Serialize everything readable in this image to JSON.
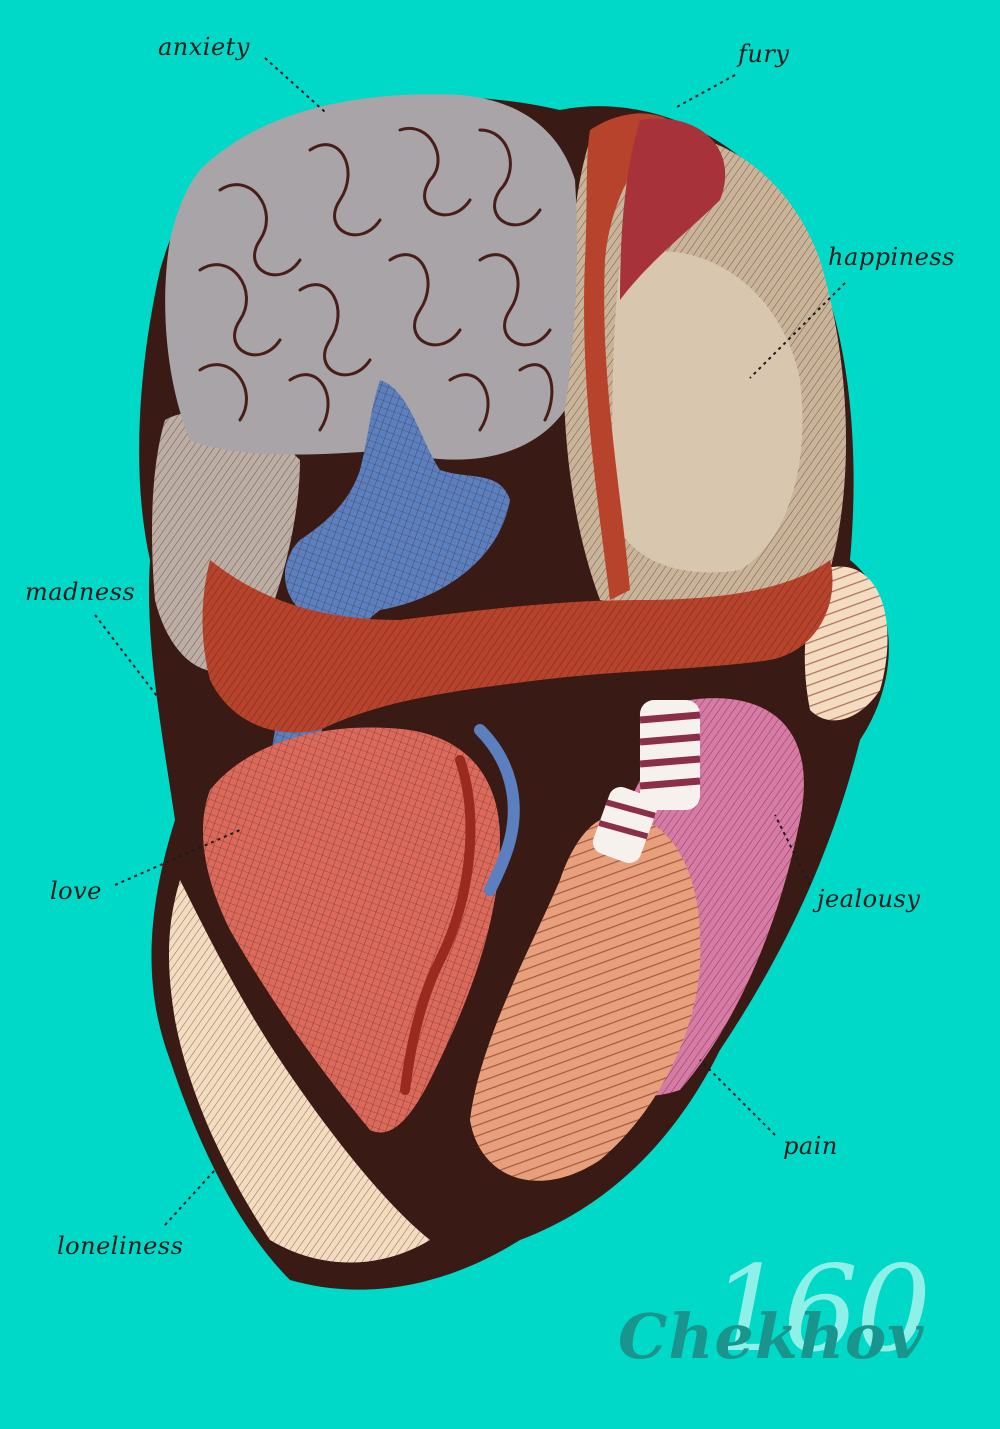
{
  "labels": {
    "anxiety": "anxiety",
    "fury": "fury",
    "happiness": "happiness",
    "madness": "madness",
    "love": "love",
    "jealousy": "jealousy",
    "pain": "pain",
    "loneliness": "loneliness"
  },
  "brand": {
    "number": "160",
    "name": "Chekhov"
  },
  "colors": {
    "background": "#00d9c8",
    "brain": "#a9a4a8",
    "vein": "#5b7fbf",
    "artery": "#b8432c",
    "heart": "#dc6a5c",
    "lung": "#c9b49a",
    "pink_tissue": "#d77aa6",
    "ink": "#3a1a14"
  }
}
